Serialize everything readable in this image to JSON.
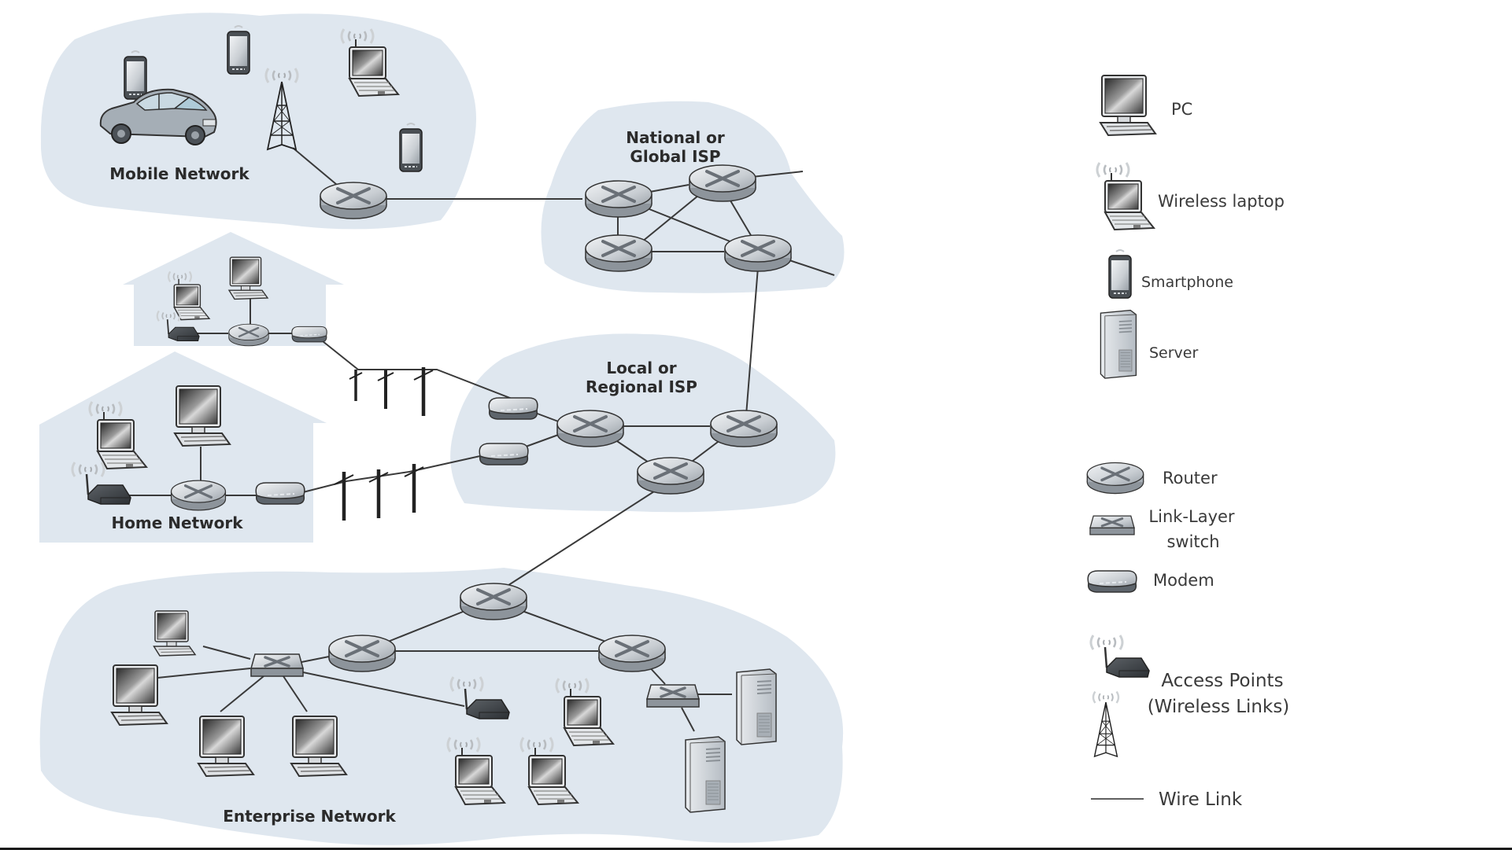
{
  "regions": {
    "mobile": "Mobile Network",
    "national_isp": [
      "National or",
      "Global ISP"
    ],
    "regional_isp": [
      "Local or",
      "Regional ISP"
    ],
    "home": "Home Network",
    "enterprise": "Enterprise Network"
  },
  "legend": {
    "pc": "PC",
    "wireless_laptop": "Wireless laptop",
    "smartphone": "Smartphone",
    "server": "Server",
    "router": "Router",
    "switch": [
      "Link-Layer",
      "switch"
    ],
    "modem": "Modem",
    "access_points": [
      "Access Points",
      "(Wireless Links)"
    ],
    "wire_link": "Wire Link"
  },
  "icons": {
    "pc": "pc-icon",
    "laptop": "wireless-laptop-icon",
    "smartphone": "smartphone-icon",
    "server": "server-icon",
    "router": "router-icon",
    "switch": "link-layer-switch-icon",
    "modem": "modem-icon",
    "access_point": "access-point-icon",
    "tower": "cell-tower-icon",
    "car": "car-icon",
    "pole": "utility-pole-icon"
  },
  "colors": {
    "cloud": "#dfe7ef",
    "link": "#3a3a3a",
    "text": "#2b2b2b"
  }
}
